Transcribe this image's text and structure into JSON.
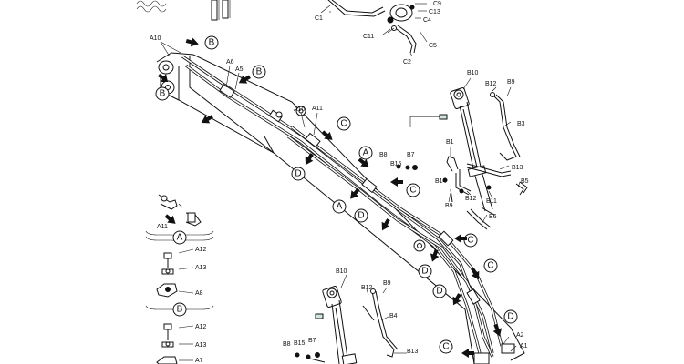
{
  "labels": {
    "C1": "C1",
    "C9": "C9",
    "C13": "C13",
    "C4": "C4",
    "C11": "C11",
    "C5": "C5",
    "C2": "C2",
    "A10": "A10",
    "A6": "A6",
    "A5": "A5",
    "A11": "A11",
    "A12": "A12",
    "A13": "A13",
    "A8": "A8",
    "A7": "A7",
    "A2": "A2",
    "A1": "A1",
    "B10": "B10",
    "B12": "B12",
    "B9": "B9",
    "B3": "B3",
    "B1": "B1",
    "B8": "B8",
    "B15": "B15",
    "B7": "B7",
    "B13": "B13",
    "B14": "B14",
    "B11": "B11",
    "B5": "B5",
    "B6": "B6",
    "B4": "B4"
  },
  "callouts": {
    "A": "A",
    "B": "B",
    "C": "C",
    "D": "D"
  }
}
